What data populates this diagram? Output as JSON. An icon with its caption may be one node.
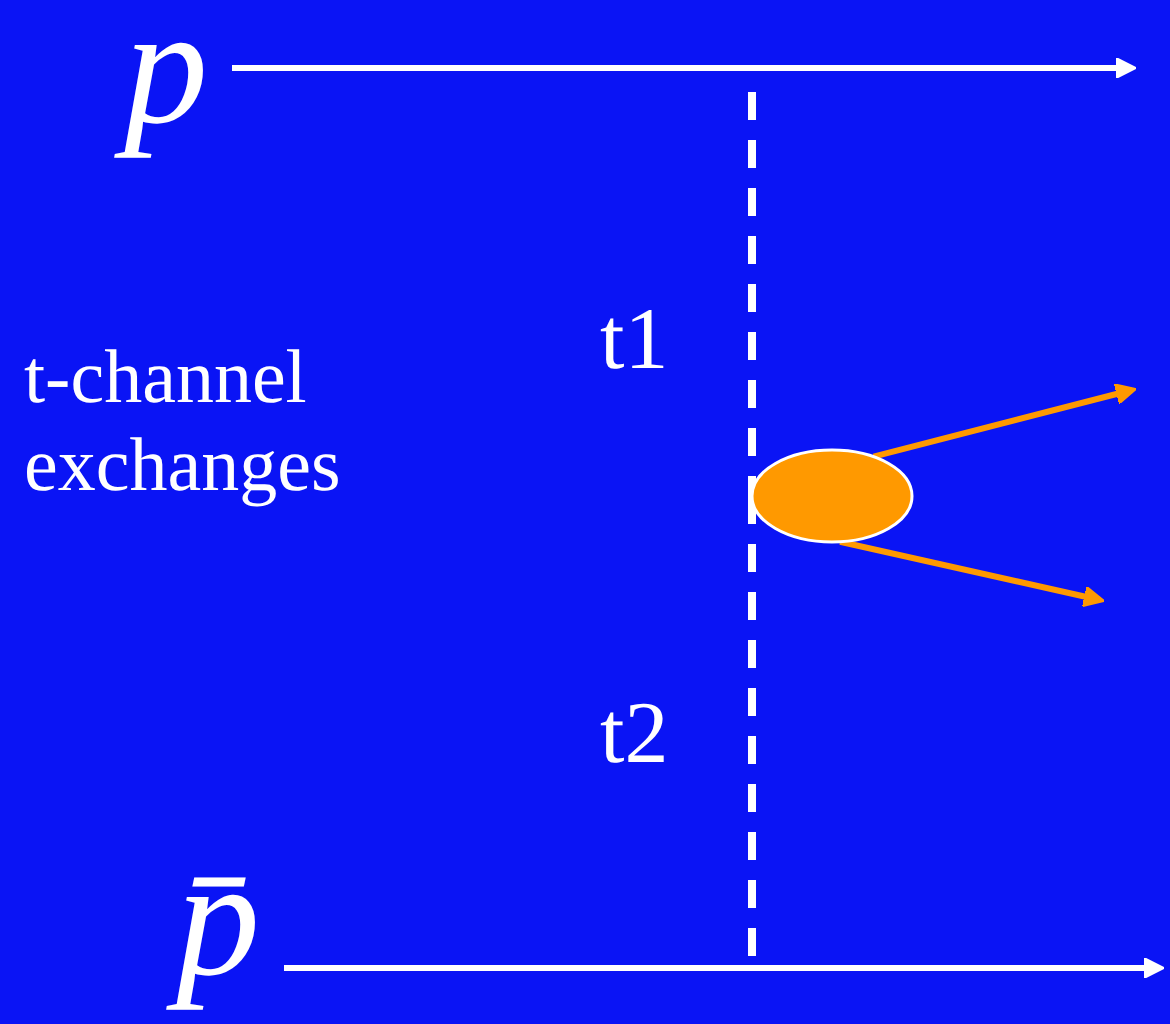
{
  "diagram": {
    "nodes": [
      {
        "text": [
          "p"
        ]
      },
      {
        "text": [
          "p̄"
        ]
      },
      {
        "text": [],
        "shape": "circle"
      }
    ],
    "edges": [
      {
        "from": 0,
        "to": null,
        "arrow": "to"
      },
      {
        "from": 1,
        "to": null,
        "arrow": "to"
      },
      {
        "from": null,
        "to": 2,
        "arrow": "none",
        "style": "dashed",
        "label": "t1"
      },
      {
        "from": 2,
        "to": null,
        "arrow": "none",
        "style": "dashed",
        "label": "t2"
      },
      {
        "from": 2,
        "to": null,
        "arrow": "to",
        "color": "#ff9900"
      },
      {
        "from": 2,
        "to": null,
        "arrow": "to",
        "color": "#ff9900"
      }
    ],
    "labels": [
      "t-channel exchanges"
    ]
  }
}
